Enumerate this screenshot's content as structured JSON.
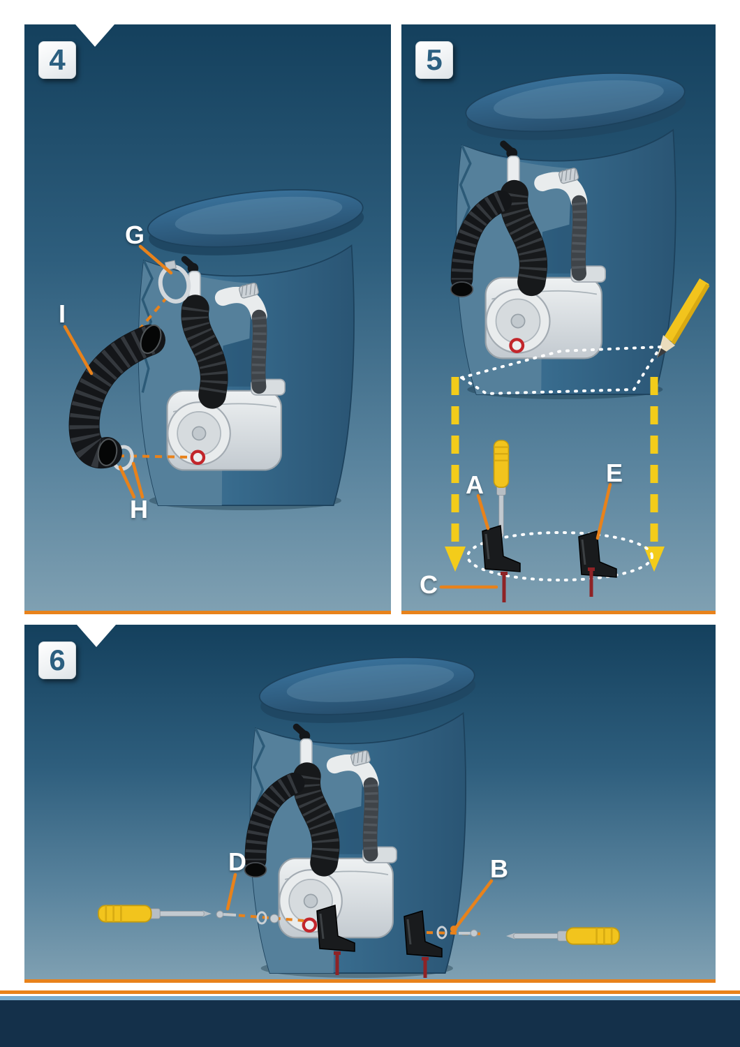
{
  "steps": [
    {
      "number": "4",
      "labels": [
        {
          "text": "G"
        },
        {
          "text": "I"
        },
        {
          "text": "H"
        }
      ]
    },
    {
      "number": "5",
      "labels": [
        {
          "text": "A"
        },
        {
          "text": "E"
        },
        {
          "text": "C"
        }
      ]
    },
    {
      "number": "6",
      "labels": [
        {
          "text": "D"
        },
        {
          "text": "B"
        }
      ]
    }
  ],
  "colors": {
    "accent_orange": "#E8821B",
    "tool_yellow": "#F2C41D",
    "panel_gradient_top": "#14405D",
    "panel_gradient_bottom": "#7FA0B2",
    "footer_navy": "#14304A",
    "footer_light_blue": "#79ACCF",
    "toilet_body_blue": "#35658A",
    "pump_grey": "#D9DEE1",
    "hose_black": "#17191B",
    "screw_red": "#8E2326",
    "label_white": "#FFFFFF",
    "badge_number_blue": "#2B5F80"
  },
  "icons": {
    "toilet": "cutaway-toilet-with-macerator-pump",
    "hose": "black-accordion-discharge-hose",
    "clamp": "metal-hose-clamp-ring",
    "pencil": "pencil-tracing-base-outline",
    "screwdriver": "slotted-screwdriver",
    "bracket": "black-fixing-bracket",
    "screw": "fixing-screw",
    "arrow": "dashed-yellow-down-arrow",
    "outline": "white-dashed-floor-outline"
  }
}
